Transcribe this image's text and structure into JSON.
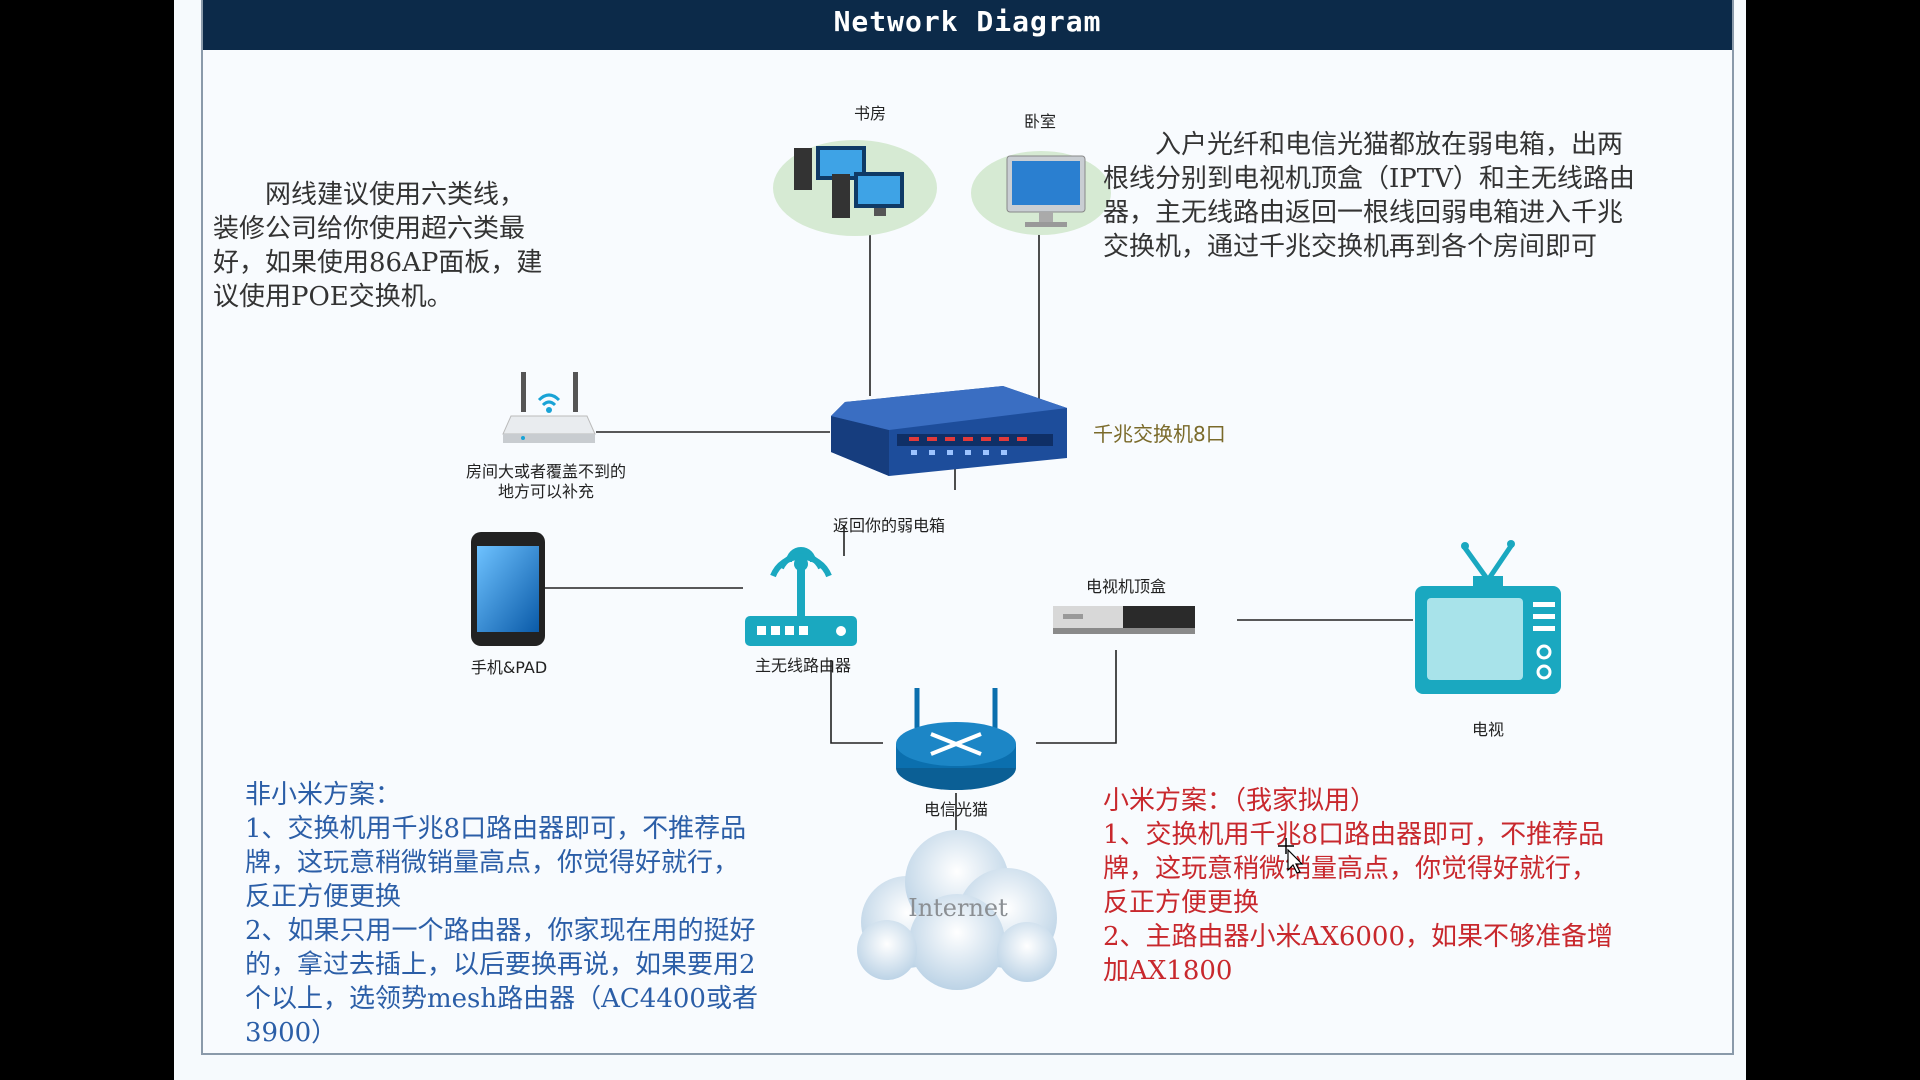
{
  "title": "Network Diagram",
  "devices": {
    "study": "书房",
    "bedroom": "卧室",
    "switch": "千兆交换机8口",
    "ap_label_line1": "房间大或者覆盖不到的",
    "ap_label_line2": "地方可以补充",
    "return_label": "返回你的弱电箱",
    "phone": "手机&PAD",
    "main_router": "主无线路由器",
    "settop": "电视机顶盒",
    "tv": "电视",
    "modem": "电信光猫",
    "internet": "Internet"
  },
  "notes": {
    "cable_advice": [
      "　　网线建议使用六类线，",
      "装修公司给你使用超六类最",
      "好，如果使用86AP面板，建",
      "议使用POE交换机。"
    ],
    "fiber_advice": [
      "　　入户光纤和电信光猫都放在弱电箱，出两",
      "根线分别到电视机顶盒（IPTV）和主无线路由",
      "器，主无线路由返回一根线回弱电箱进入千兆",
      "交换机，通过千兆交换机再到各个房间即可"
    ],
    "non_xiaomi": [
      "非小米方案：",
      "1、交换机用千兆8口路由器即可，不推荐品",
      "牌，这玩意稍微销量高点，你觉得好就行，",
      "反正方便更换",
      "2、如果只用一个路由器，你家现在用的挺好",
      "的，拿过去插上，以后要换再说，如果要用2",
      "个以上，选领势mesh路由器（AC4400或者",
      "3900）"
    ],
    "xiaomi": [
      "小米方案：（我家拟用）",
      "1、交换机用千兆8口路由器即可，不推荐品",
      "牌，这玩意稍微销量高点，你觉得好就行，",
      "反正方便更换",
      "2、主路由器小米AX6000，如果不够准备增",
      "加AX1800"
    ]
  },
  "colors": {
    "title_bar": "#0c2a49",
    "blue_text": "#2b5ea7",
    "red_text": "#c8282d",
    "gray_text": "#333333",
    "switch_label": "#7a6a2a",
    "teal_device": "#1aa8c0"
  }
}
